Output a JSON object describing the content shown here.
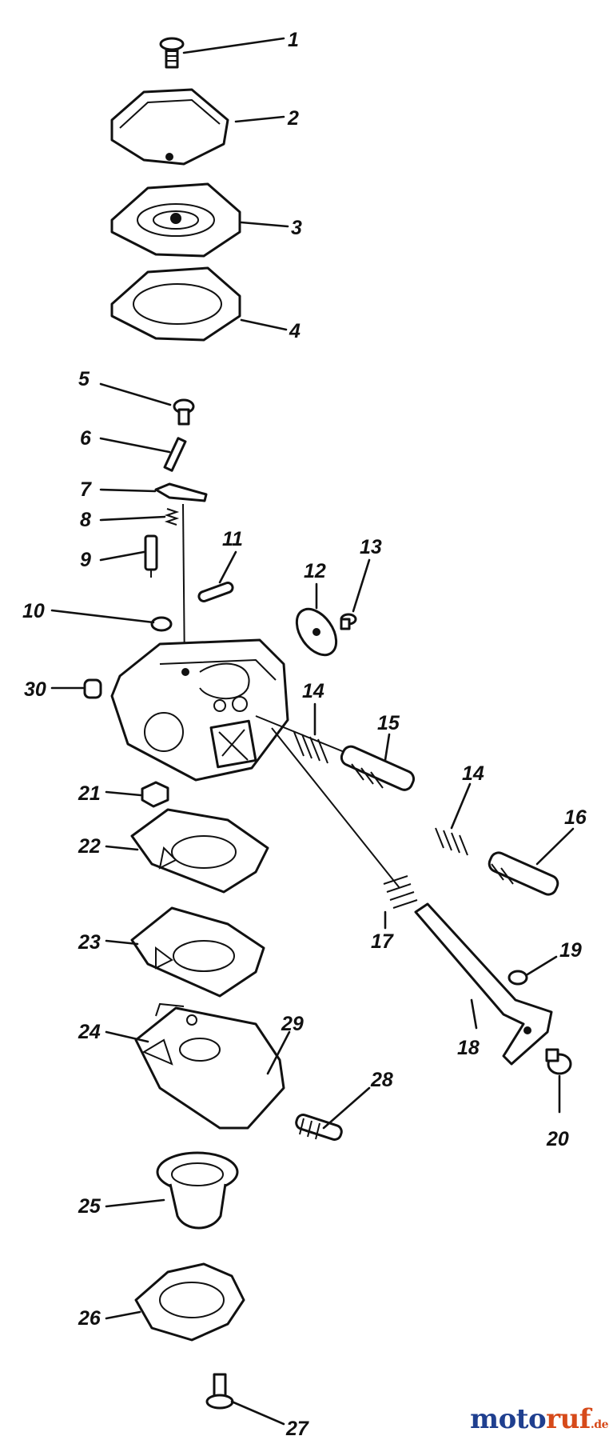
{
  "part_numbers": {
    "p1": "1",
    "p2": "2",
    "p3": "3",
    "p4": "4",
    "p5": "5",
    "p6": "6",
    "p7": "7",
    "p8": "8",
    "p9": "9",
    "p10": "10",
    "p11": "11",
    "p12": "12",
    "p13": "13",
    "p14a": "14",
    "p14b": "14",
    "p15": "15",
    "p16": "16",
    "p17": "17",
    "p18": "18",
    "p19": "19",
    "p20": "20",
    "p21": "21",
    "p22": "22",
    "p23": "23",
    "p24": "24",
    "p25": "25",
    "p26": "26",
    "p27": "27",
    "p28": "28",
    "p29": "29",
    "p30": "30"
  },
  "watermark": {
    "text": "motoruf",
    "text_part1": "moto",
    "text_part2": "ruf",
    "suffix": ".de",
    "color_main": "#1f3f8f",
    "color_accent": "#d64a1a"
  }
}
